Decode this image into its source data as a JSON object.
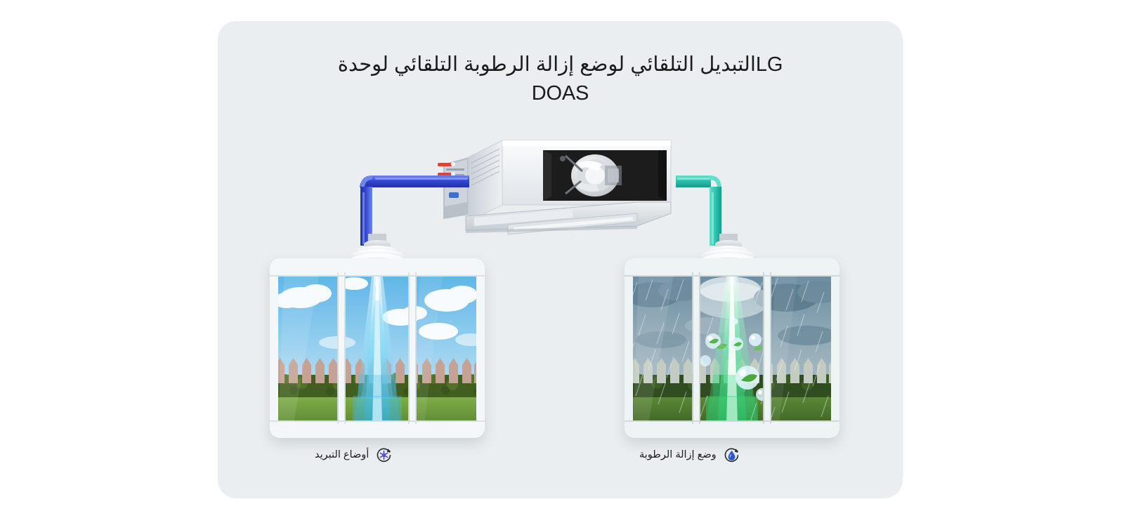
{
  "page": {
    "background_color": "#ffffff",
    "card_background": "#eaeef1",
    "text_color": "#1b1b1b"
  },
  "title": {
    "line1_rtl": "التبديل التلقائي لوضع إزالة الرطوبة التلقائي لوحدة",
    "brand": "LG",
    "line2": "DOAS",
    "full": "LG التبديل التلقائي لوضع إزالة الرطوبة التلقائي لوحدة DOAS"
  },
  "diagram": {
    "unit": {
      "name": "DOAS ducted air handling unit",
      "body_color": "#f2f4f6",
      "interior_color": "#1e1e1e"
    },
    "ducts": [
      {
        "side": "left",
        "color": "#2f41c8",
        "color_light": "#5b74e8",
        "mode": "cooling"
      },
      {
        "side": "right",
        "color": "#2ec4b0",
        "color_light": "#56d8c6",
        "mode": "dehumidification"
      }
    ],
    "diffusers": [
      {
        "side": "left",
        "color": "#e6eaee"
      },
      {
        "side": "right",
        "color": "#e6eaee"
      }
    ],
    "scenes": [
      {
        "side": "left",
        "weather": "sunny clear sky",
        "sky_color": "#7ec4ef",
        "airflow_color": "#6fd4f5",
        "ground_color": "#6f9c3e",
        "hedge_color": "#3f5c25",
        "fence_color": "#c9a898"
      },
      {
        "side": "right",
        "weather": "rainy overcast sky",
        "sky_color": "#7d98a8",
        "airflow_color": "#37d07a",
        "ground_color": "#4f7a33",
        "hedge_color": "#2f4d1f",
        "fence_color": "#cdd3c8",
        "droplets": 7,
        "leaves": 4
      }
    ]
  },
  "captions": [
    {
      "side": "left",
      "label": "أوضاع التبريد",
      "icon": "snowflake-rotate-icon",
      "icon_color": "#5b51c9"
    },
    {
      "side": "right",
      "label": "وضع إزالة الرطوبة",
      "icon": "water-drop-rotate-icon",
      "icon_color": "#2a58c8"
    }
  ]
}
